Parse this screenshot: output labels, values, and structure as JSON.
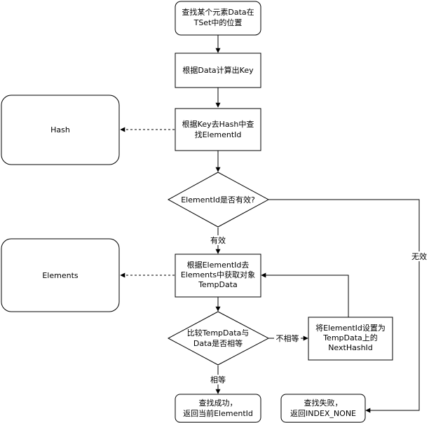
{
  "nodes": {
    "start": [
      "查找某个元素Data在",
      "TSet中的位置"
    ],
    "compute_key": [
      "根据Data计算出Key"
    ],
    "find_id": [
      "根据Key去Hash中查",
      "找ElementId"
    ],
    "valid_check": [
      "ElementId是否有效?"
    ],
    "get_temp": [
      "根据ElementId去",
      "Elements中获取对象",
      "TempData"
    ],
    "compare": [
      "比较TempData与",
      "Data是否相等"
    ],
    "set_next": [
      "将ElementId设置为",
      "TempData上的",
      "NextHashId"
    ],
    "success": [
      "查找成功，",
      "返回当前ElementId"
    ],
    "failure": [
      "查找失败，",
      "返回INDEX_NONE"
    ],
    "hash": [
      "Hash"
    ],
    "elements": [
      "Elements"
    ]
  },
  "edge_labels": {
    "valid": "有效",
    "invalid": "无效",
    "not_equal": "不相等",
    "equal": "相等"
  }
}
